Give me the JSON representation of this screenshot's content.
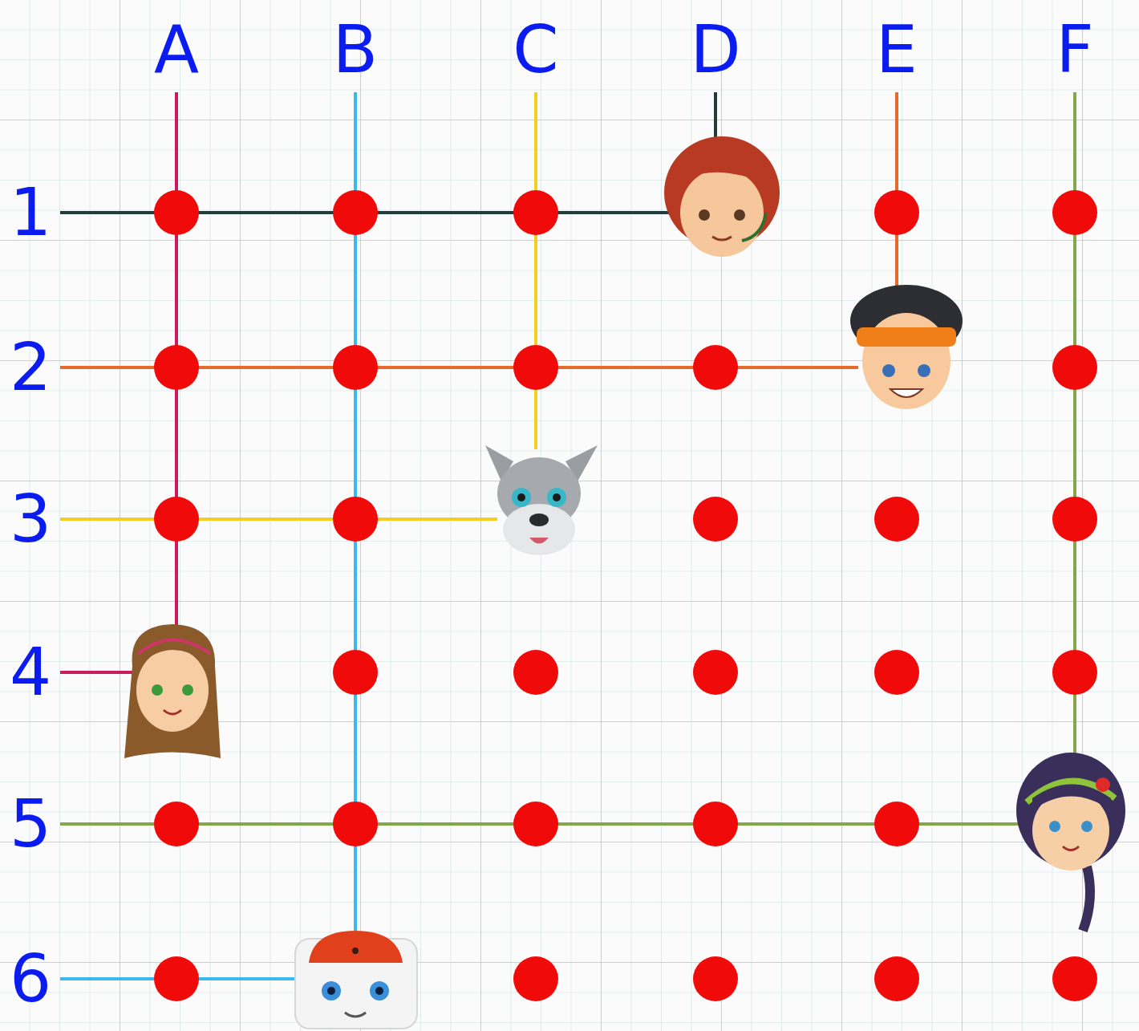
{
  "diagram": {
    "labels": [
      "A",
      "B",
      "C",
      "D",
      "E",
      "F",
      "1",
      "2",
      "3",
      "4",
      "5",
      "6"
    ]
  }
}
